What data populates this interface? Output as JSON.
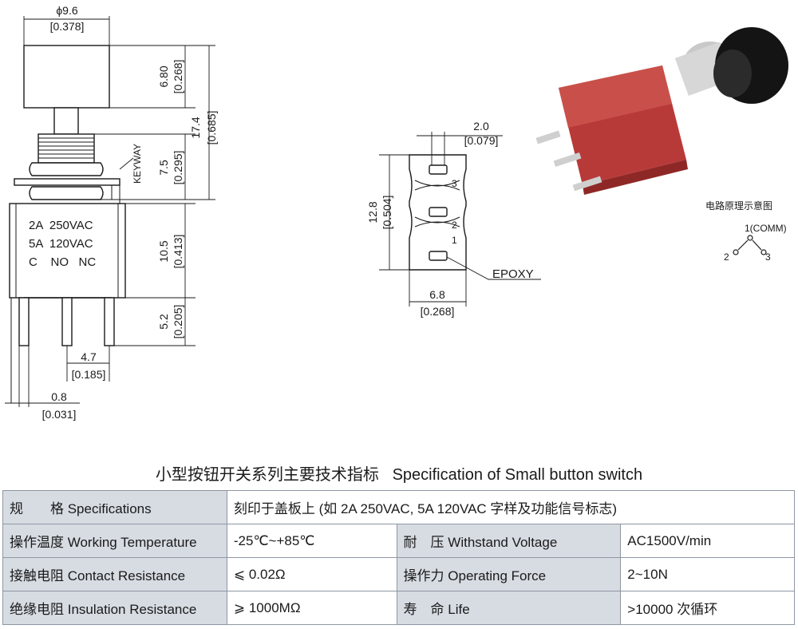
{
  "drawing": {
    "side_view": {
      "diameter": "ϕ9.6",
      "diameter_in": "[0.378]",
      "cap_height": "6.80",
      "cap_height_in": "[0.268]",
      "total_height": "17.4",
      "total_height_in": "[0.685]",
      "bushing_height": "7.5",
      "bushing_height_in": "[0.295]",
      "body_height": "10.5",
      "body_height_in": "[0.413]",
      "pin_length": "5.2",
      "pin_length_in": "[0.205]",
      "pin_pitch": "4.7",
      "pin_pitch_in": "[0.185]",
      "pin_width": "0.8",
      "pin_width_in": "[0.031]",
      "keyway": "KEYWAY",
      "body_text": [
        "2A  250VAC",
        "5A  120VAC",
        "C    NO   NC"
      ]
    },
    "bottom_view": {
      "pad_width": "2.0",
      "pad_width_in": "[0.079]",
      "height": "12.8",
      "height_in": "[0.504]",
      "width": "6.8",
      "width_in": "[0.268]",
      "epoxy": "EPOXY",
      "pin_labels": [
        "3",
        "2",
        "1"
      ]
    },
    "schematic": {
      "title": "电路原理示意图",
      "comm": "1(COMM)",
      "left": "2",
      "right": "3"
    }
  },
  "spec": {
    "title": "小型按钮开关系列主要技术指标   Specification of Small button switch",
    "specifications_label": "规　　格 Specifications",
    "specifications_value": "刻印于盖板上 (如 2A 250VAC, 5A 120VAC 字样及功能信号标志)",
    "rows": [
      {
        "k1": "操作温度 Working Temperature",
        "v1": "-25℃~+85℃",
        "k2": "耐　压 Withstand Voltage",
        "v2": "AC1500V/min"
      },
      {
        "k1": "接触电阻 Contact Resistance",
        "v1": "⩽ 0.02Ω",
        "k2": "操作力 Operating Force",
        "v2": "2~10N"
      },
      {
        "k1": "绝缘电阻 Insulation Resistance",
        "v1": "⩾ 1000MΩ",
        "k2": "寿　命 Life",
        "v2": ">10000 次循环"
      }
    ]
  },
  "colors": {
    "table_key_bg": "#d7dce3",
    "switch_body": "#b83a38",
    "cap": "#141414"
  }
}
